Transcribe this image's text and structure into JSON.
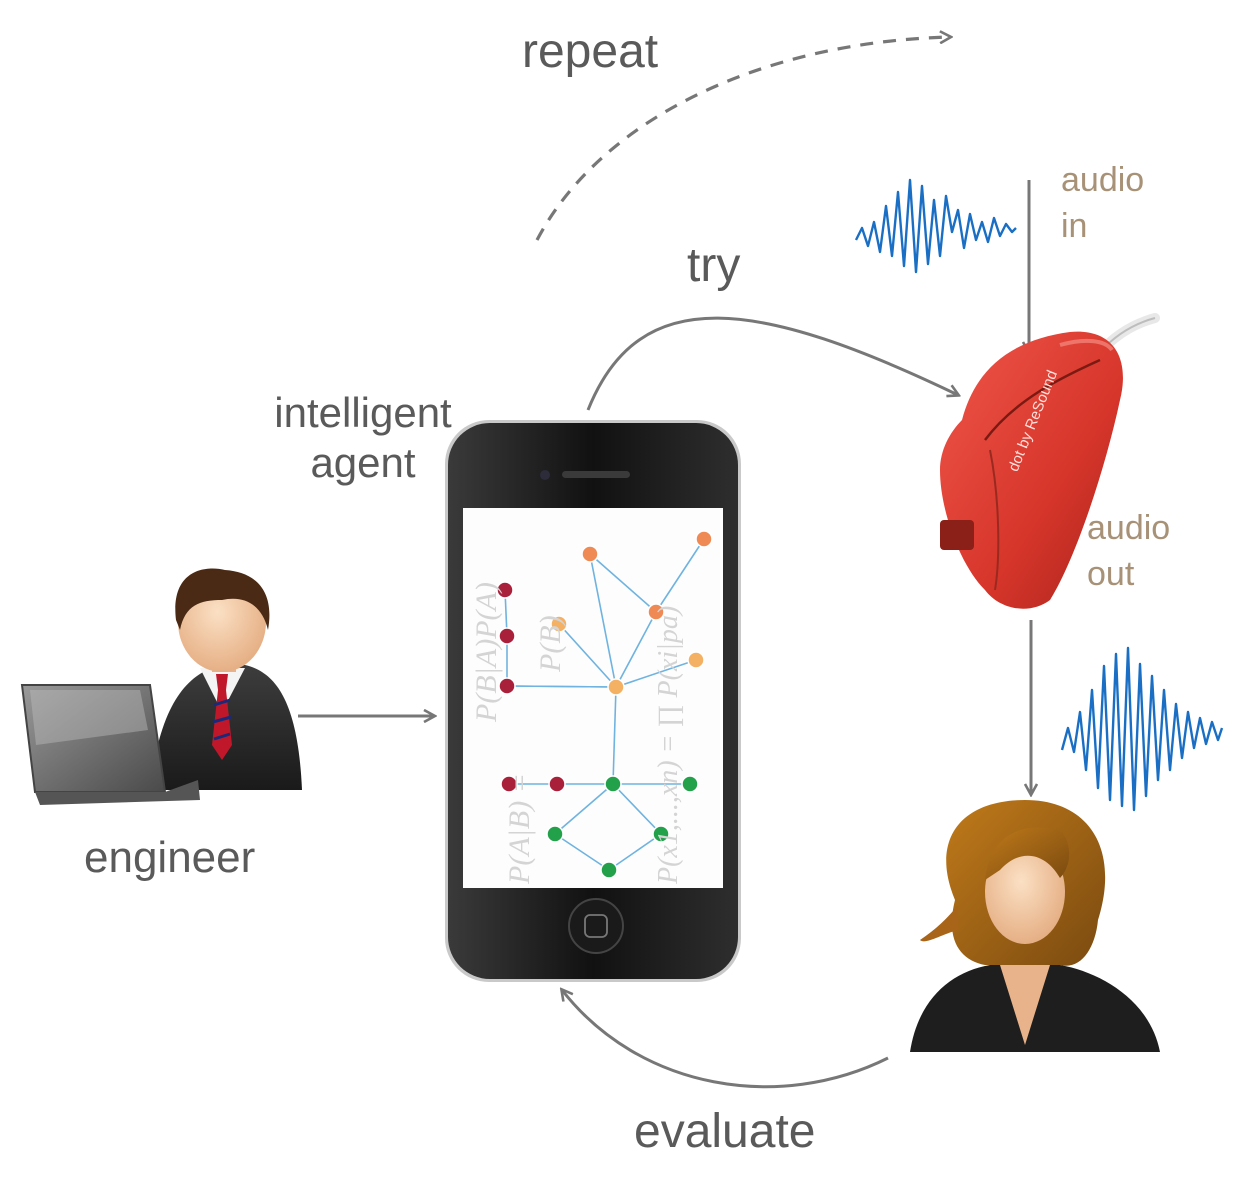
{
  "labels": {
    "repeat": "repeat",
    "try": "try",
    "intelligent": "intelligent",
    "agent": "agent",
    "engineer": "engineer",
    "evaluate": "evaluate",
    "audio_in_1": "audio",
    "audio_in_2": "in",
    "audio_out_1": "audio",
    "audio_out_2": "out",
    "device_brand": "dot by ReSound"
  },
  "formulas": {
    "bayes_top": "P(B|A)P(A)",
    "bayes_bottom": "P(B)",
    "bayes_left": "P(A|B) =",
    "joint": "P(x1,...,xn) = ∏ P(xi|pa)"
  },
  "colors": {
    "arrow": "#777777",
    "label_text": "#5a5a5a",
    "audio_label": "#a89277",
    "waveform": "#1a6fc4",
    "device_red": "#d8392b",
    "node_dark_red": "#a8203a",
    "node_orange": "#ef8a55",
    "node_light_orange": "#f4b063",
    "node_green": "#22a04a",
    "edge_blue": "#6fb3e0"
  },
  "icons": {
    "engineer": "person-with-laptop-icon",
    "phone": "smartphone-icon",
    "hearing_aid": "hearing-aid-icon",
    "listener": "woman-avatar-icon",
    "network": "bayesian-network-icon"
  }
}
